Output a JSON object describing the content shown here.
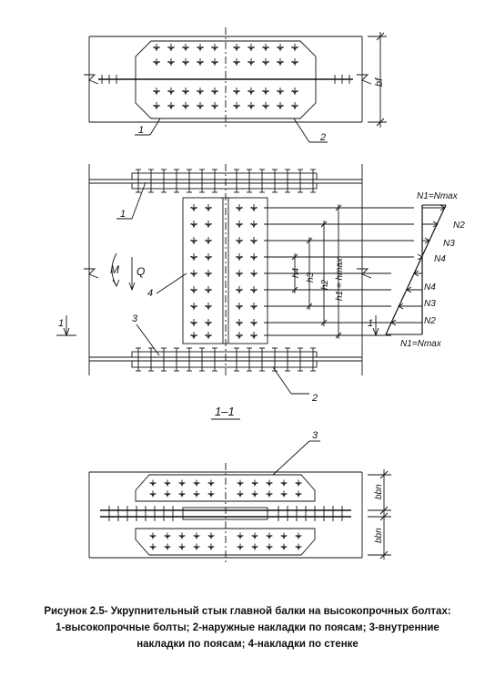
{
  "figure": {
    "caption_lines": [
      "Рисунок 2.5- Укрупнительный стык главной балки на высокопрочных болтах:",
      "1-высокопрочные  болты; 2-наружные накладки по поясам; 3-внутренние",
      "накладки по поясам; 4-накладки по стенке"
    ],
    "section_label": "1–1",
    "callouts": {
      "c1_top": "1",
      "c2_top": "2",
      "c1_mid": "1",
      "c4_mid": "4",
      "c3_mid": "3",
      "c2_mid": "2",
      "c3_bot": "3"
    },
    "section_marks": {
      "left": "1",
      "right": "1"
    },
    "moment_label": "M",
    "shear_label": "Q",
    "dims": {
      "bf": "bf",
      "bbn_top": "bbn",
      "bbn_bot": "bbn"
    },
    "h_labels": {
      "h1": "h1 = hmax",
      "h2": "h2",
      "h3": "h3",
      "h4": "h4"
    },
    "force_labels": {
      "top": "N1=Nmax",
      "n2_top": "N2",
      "n3_top": "N3",
      "n4_top": "N4",
      "n4_bot": "N4",
      "n3_bot": "N3",
      "n2_bot": "N2",
      "bottom": "N1=Nmax"
    }
  }
}
